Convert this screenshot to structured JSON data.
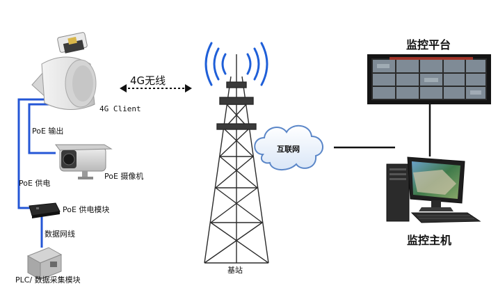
{
  "labels": {
    "link_4g": "4G无线",
    "client": "4G Client",
    "poe_out": "PoE 输出",
    "camera": "PoE 摄像机",
    "poe_supply": "PoE 供电",
    "poe_module": "PoE 供电模块",
    "data_cable": "数据网线",
    "plc": "PLC/ 数据采集模块",
    "tower": "基站",
    "internet": "互联网",
    "platform": "监控平台",
    "host": "监控主机"
  },
  "colors": {
    "blue_cable": "#2456d6",
    "signal": "#1f5fd8",
    "tower": "#2a2a2a",
    "black_line": "#111111",
    "cloud_stroke": "#5a86c8"
  }
}
